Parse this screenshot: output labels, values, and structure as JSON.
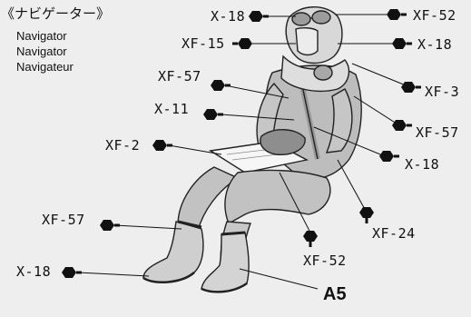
{
  "title": {
    "japanese": "《ナビゲーター》",
    "english": "Navigator",
    "german": "Navigator",
    "french": "Navigateur"
  },
  "part_number": "A5",
  "callouts": [
    {
      "code": "X-18"
    },
    {
      "code": "XF-52"
    },
    {
      "code": "XF-15"
    },
    {
      "code": "X-18"
    },
    {
      "code": "XF-57"
    },
    {
      "code": "XF-3"
    },
    {
      "code": "X-11"
    },
    {
      "code": "XF-57"
    },
    {
      "code": "XF-2"
    },
    {
      "code": "X-18"
    },
    {
      "code": "XF-24"
    },
    {
      "code": "XF-57"
    },
    {
      "code": "XF-52"
    },
    {
      "code": "X-18"
    }
  ]
}
